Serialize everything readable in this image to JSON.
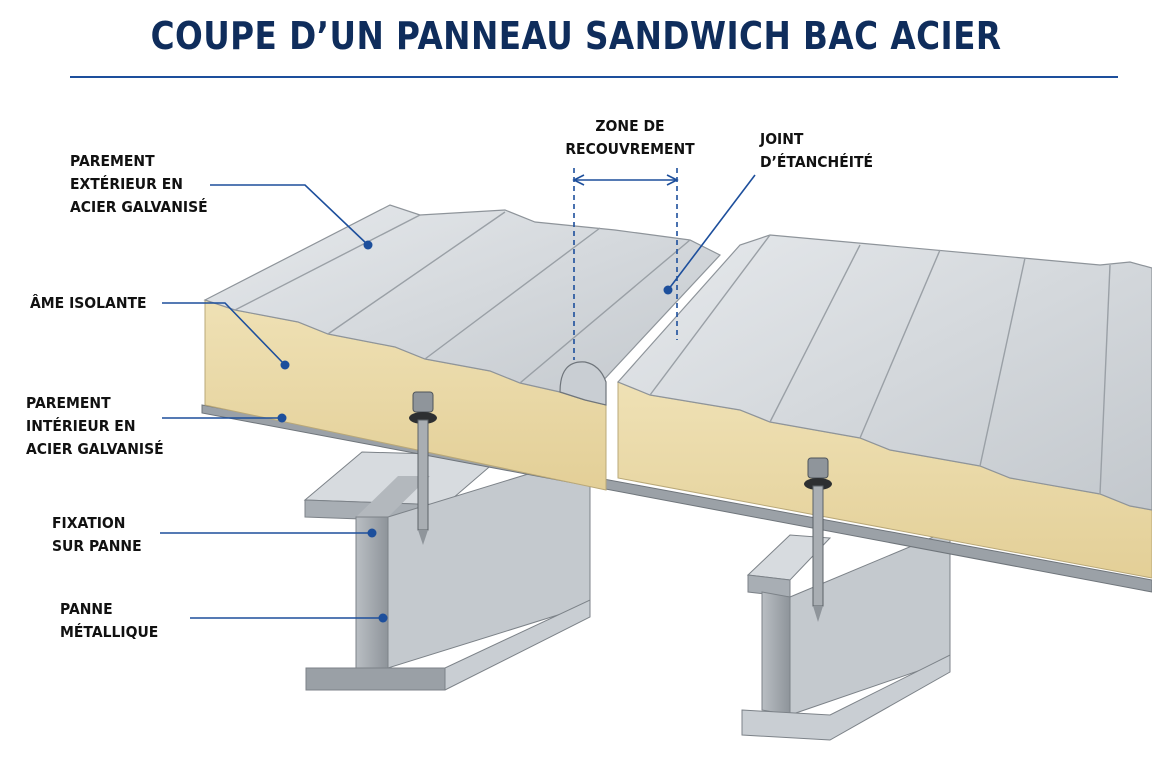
{
  "title": "COUPE D’UN PANNEAU SANDWICH BAC ACIER",
  "labels": {
    "parement_exterieur": "PAREMENT\nEXTÉRIEUR EN\nACIER GALVANISÉ",
    "ame_isolante": "ÂME ISOLANTE",
    "parement_interieur": "PAREMENT\nINTÉRIEUR EN\nACIER GALVANISÉ",
    "fixation": "FIXATION\nSUR PANNE",
    "panne": "PANNE\nMÉTALLIQUE",
    "zone_recouvrement": "ZONE DE\nRECOUVREMENT",
    "joint": "JOINT\nD’ÉTANCHÉITÉ"
  },
  "colors": {
    "title": "#0f2d5c",
    "leader_lines": "#1d4f9c",
    "steel_face": "#d4d8dc",
    "insulation_core": "#ecdcac",
    "purlin": "#9ea4aa"
  }
}
